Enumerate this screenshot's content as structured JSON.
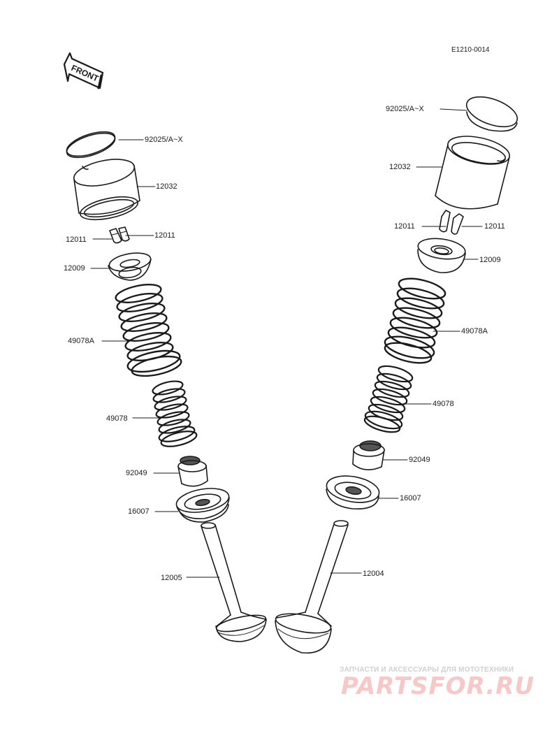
{
  "diagram": {
    "drawing_code": "E1210-0014",
    "front_label": "FRONT",
    "left_labels": {
      "shim": "92025/A~X",
      "lifter": "12032",
      "cotter_right": "12011",
      "cotter_left": "12011",
      "retainer": "12009",
      "outer_spring": "49078A",
      "inner_spring": "49078",
      "seal": "92049",
      "seat": "16007",
      "valve": "12005"
    },
    "right_labels": {
      "shim": "92025/A~X",
      "lifter": "12032",
      "cotter_left": "12011",
      "cotter_right": "12011",
      "retainer": "12009",
      "outer_spring": "49078A",
      "inner_spring": "49078",
      "seal": "92049",
      "seat": "16007",
      "valve": "12004"
    }
  },
  "watermark": {
    "tagline": "ЗАПЧАСТИ И АКСЕССУАРЫ ДЛЯ МОТОТЕХНИКИ",
    "logo": "PARTSFOR.RU"
  }
}
